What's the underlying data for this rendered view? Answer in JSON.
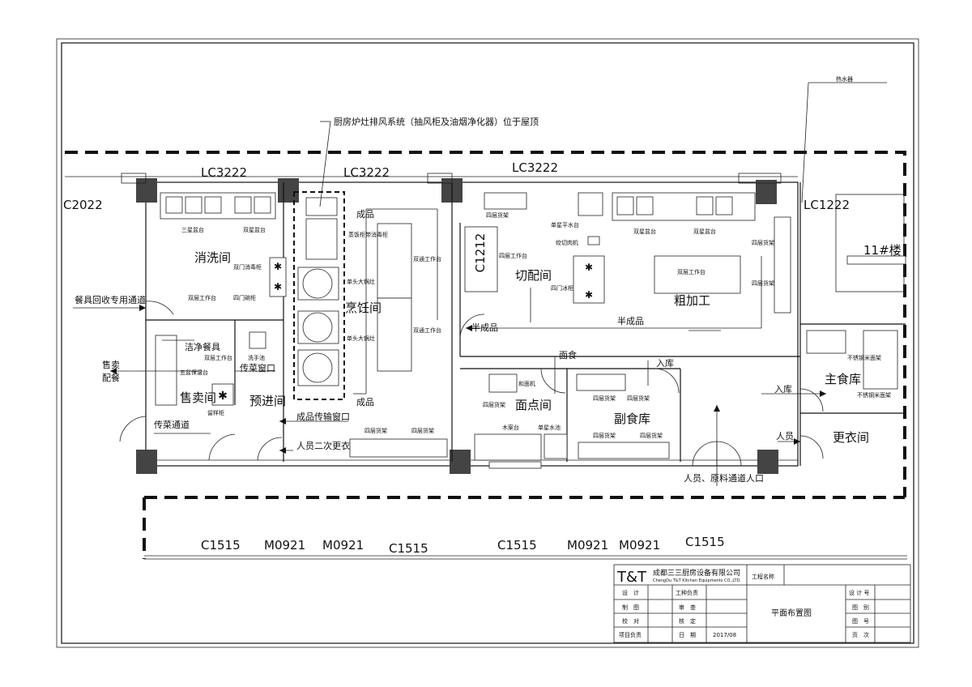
{
  "notes": {
    "exhaust": "厨房炉灶排风系统（抽风柜及油烟净化器）位于屋顶",
    "water_heater": "热水器"
  },
  "window_codes": {
    "lc2022": "C2022",
    "lc3222_a": "LC3222",
    "lc3222_b": "LC3222",
    "lc3222_c": "LC3222",
    "lc1222": "LC1222",
    "c1212": "C1212",
    "bottom": [
      "C1515",
      "M0921",
      "M0921",
      "C1515",
      "C1515",
      "M0921",
      "M0921",
      "C1515"
    ]
  },
  "rooms": {
    "wash": "消洗间",
    "cook": "烹饪间",
    "cut": "切配间",
    "rough": "粗加工",
    "sell": "售卖间",
    "prep_in": "预进间",
    "pastry": "面点间",
    "side_store": "副食库",
    "main_store": "主食库",
    "change": "更衣间",
    "stair": "11#楼"
  },
  "labels": {
    "tableware_channel": "餐具回收专用通道",
    "clean_tableware": "洁净餐具",
    "sell_serve": "售卖\n配餐",
    "serve_channel": "传菜通道",
    "serve_window": "传菜窗口",
    "finished_window": "成品传输窗口",
    "second_change": "人员二次更衣",
    "finished_1": "成品",
    "finished_2": "成品",
    "half_finished_1": "半成品",
    "half_finished_2": "半成品",
    "flour": "面食",
    "in_store_1": "入库",
    "in_store_2": "入库",
    "staff": "人员",
    "entrance": "人员、原料通道人口"
  },
  "equipment": {
    "three_sink": "三星盆台",
    "two_sink_a": "双星盆台",
    "disinfect": "双门消毒柜",
    "two_tier_a": "双层工作台",
    "four_door_a": "四门碗柜",
    "steam": "蒸饭柜带消毒柜",
    "wok1": "单头大锅灶",
    "wok2": "单头大锅灶",
    "through1": "双通工作台",
    "through2": "双通工作台",
    "shelf_a": "四层货架",
    "single_sink": "单星平水台",
    "slicer": "绞切肉机",
    "cut_table": "四层工作台",
    "four_fridge": "四门冰柜",
    "two_sink_b": "双星盆台",
    "two_sink_c": "双星盆台",
    "shelf_b": "四层货架",
    "shelf_c": "四层货架",
    "rough_table": "双层工作台",
    "five_warm": "五盆保温台",
    "two_tier_b": "双层工作台",
    "wash_basin": "洗手池",
    "sample": "留样柜",
    "shelf_d": "四层货架",
    "shelf_e": "四层货架",
    "mixer": "和面机",
    "shelf_f": "四层货架",
    "wood_table": "木案台",
    "single_water": "单星水池",
    "shelf_g": "四层货架",
    "shelf_h": "四层货架",
    "shelf_i": "四层货架",
    "shelf_j": "四层货架",
    "ss_shelf1": "不锈钢米面架",
    "ss_shelf2": "不锈钢米面架"
  },
  "title_block": {
    "logo": "T&T",
    "company": "成都三三厨房设备有限公司",
    "company_en": "ChengDu T&T Kitchen Equipments CO.,LTD.",
    "project_label": "工程名称",
    "design": "设　计",
    "draw": "制　图",
    "check": "校　对",
    "project_lead": "项目负责",
    "trade_lead": "工种负责",
    "review": "审　查",
    "verify": "核　定",
    "date": "日　期",
    "date_value": "2017/08",
    "drawing_title": "平面布置图",
    "design_no": "设 计 号",
    "drawing_type": "图　别",
    "drawing_no": "图　号",
    "page": "页　次"
  }
}
